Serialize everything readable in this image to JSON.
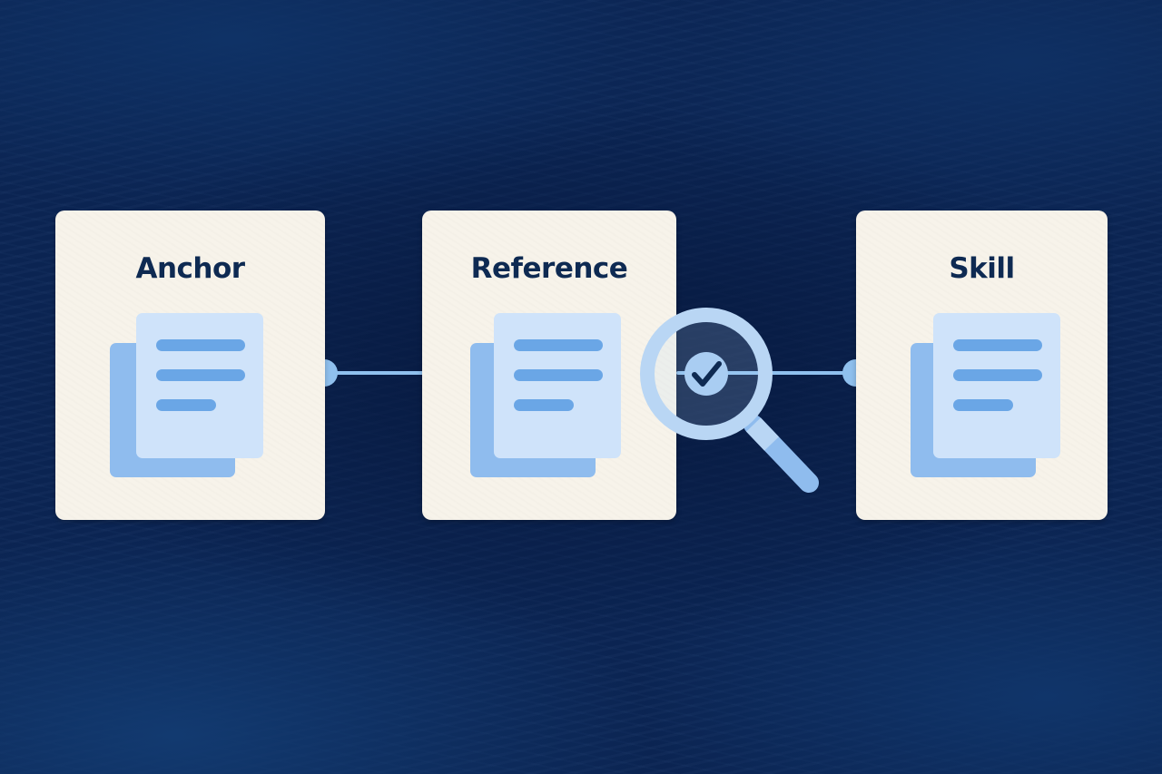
{
  "diagram": {
    "steps": [
      {
        "title": "Anchor"
      },
      {
        "title": "Reference"
      },
      {
        "title": "Skill"
      }
    ],
    "icons": {
      "document": "document-stack-icon",
      "check": "magnifier-check-icon"
    },
    "colors": {
      "background": "#0b2656",
      "card": "#f7f3ea",
      "title_text": "#0e2a52",
      "accent_light": "#cfe3fa",
      "accent_mid": "#8fbcee",
      "accent_dark": "#6aa6e6",
      "check_dark": "#0e2a52"
    }
  }
}
